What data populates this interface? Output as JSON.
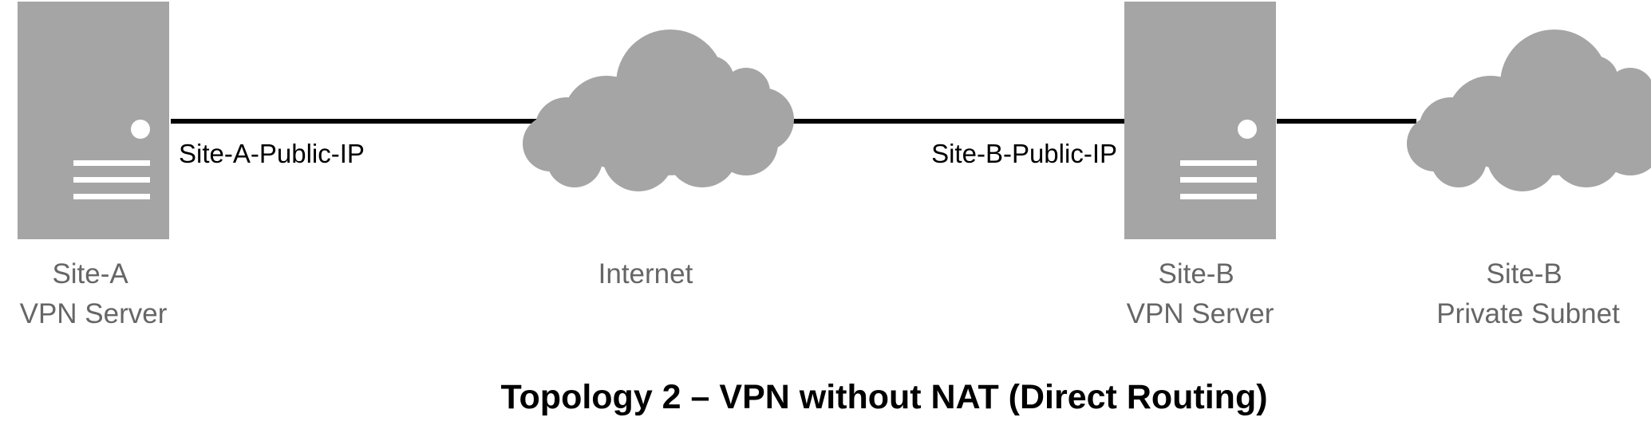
{
  "colors": {
    "device_fill": "#A5A5A5",
    "device_detail": "#FFFFFF",
    "link": "#000000",
    "label": "#666666"
  },
  "nodes": [
    {
      "id": "site-a-vpn-server",
      "icon": "server-icon",
      "label_lines": [
        "Site-A",
        "VPN Server"
      ]
    },
    {
      "id": "internet",
      "icon": "cloud-icon",
      "label_lines": [
        "Internet"
      ]
    },
    {
      "id": "site-b-vpn-server",
      "icon": "server-icon",
      "label_lines": [
        "Site-B",
        "VPN Server"
      ]
    },
    {
      "id": "site-b-private-subnet",
      "icon": "cloud-icon",
      "label_lines": [
        "Site-B",
        "Private Subnet"
      ]
    }
  ],
  "links": [
    {
      "from": "site-a-vpn-server",
      "to": "internet",
      "label": "Site-A-Public-IP"
    },
    {
      "from": "internet",
      "to": "site-b-vpn-server",
      "label": "Site-B-Public-IP"
    },
    {
      "from": "site-b-vpn-server",
      "to": "site-b-private-subnet",
      "label": ""
    }
  ],
  "caption": "Topology 2 – VPN without NAT (Direct Routing)"
}
